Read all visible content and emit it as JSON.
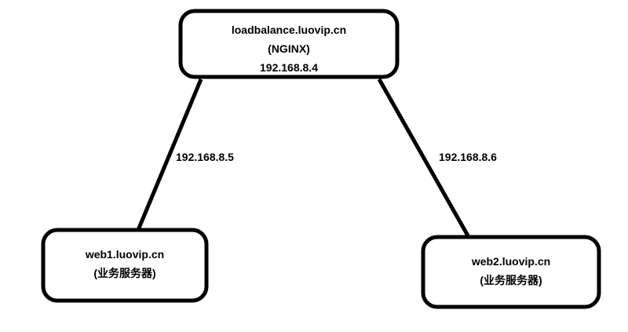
{
  "diagram": {
    "background_color": "#ffffff",
    "stroke_color": "#000000",
    "nodes": [
      {
        "id": "loadbalancer",
        "line1": "loadbalance.luovip.cn",
        "line2": "(NGINX)",
        "line3": "192.168.8.4"
      },
      {
        "id": "web1",
        "line1": "web1.luovip.cn",
        "line2": "(业务服务器)"
      },
      {
        "id": "web2",
        "line1": "web2.luovip.cn",
        "line2": "(业务服务器)"
      }
    ],
    "edges": [
      {
        "id": "lb-to-web1",
        "label": "192.168.8.5"
      },
      {
        "id": "lb-to-web2",
        "label": "192.168.8.6"
      }
    ]
  }
}
